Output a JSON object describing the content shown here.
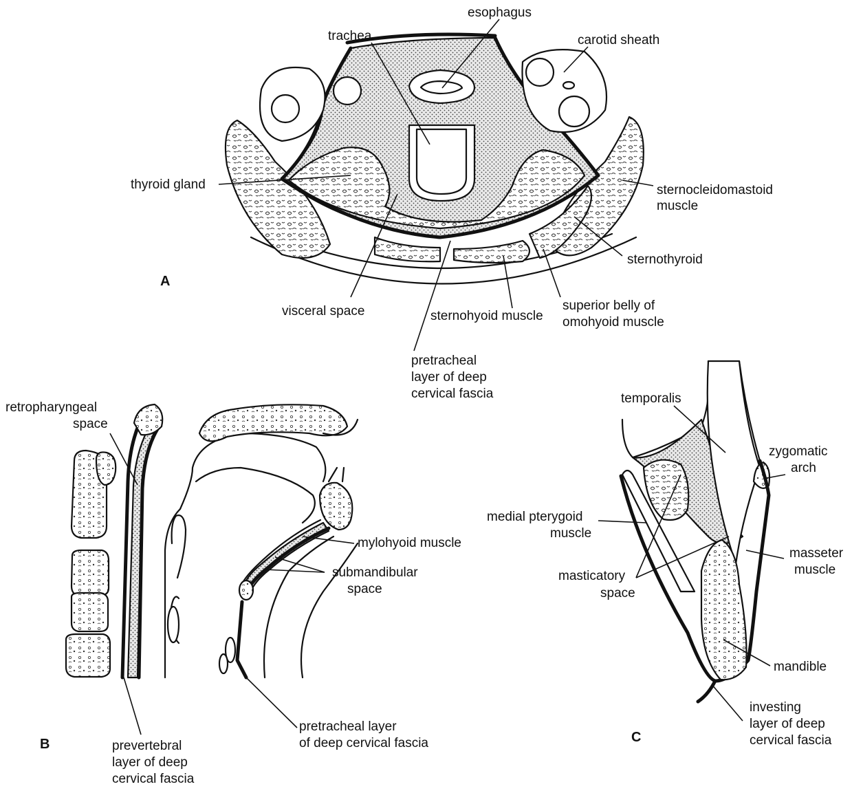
{
  "panels": {
    "A": {
      "letter": "A",
      "labels": {
        "esophagus": "esophagus",
        "trachea": "trachea",
        "carotid_sheath": "carotid sheath",
        "thyroid_gland": "thyroid gland",
        "sternocleidomastoid_1": "sternocleidomastoid",
        "sternocleidomastoid_2": "muscle",
        "sternothyroid": "sternothyroid",
        "visceral_space": "visceral space",
        "sternohyoid_muscle": "sternohyoid muscle",
        "omohyoid_1": "superior belly of",
        "omohyoid_2": "omohyoid muscle",
        "pretracheal_1": "pretracheal",
        "pretracheal_2": "layer of deep",
        "pretracheal_3": "cervical fascia"
      }
    },
    "B": {
      "letter": "B",
      "labels": {
        "retropharyngeal_1": "retropharyngeal",
        "retropharyngeal_2": "space",
        "mylohyoid_muscle": "mylohyoid muscle",
        "submandibular_1": "submandibular",
        "submandibular_2": "space",
        "pretracheal_1": "pretracheal layer",
        "pretracheal_2": "of deep cervical fascia",
        "prevertebral_1": "prevertebral",
        "prevertebral_2": "layer of deep",
        "prevertebral_3": "cervical fascia"
      }
    },
    "C": {
      "letter": "C",
      "labels": {
        "temporalis": "temporalis",
        "zygomatic_1": "zygomatic",
        "zygomatic_2": "arch",
        "medial_pterygoid_1": "medial pterygoid",
        "medial_pterygoid_2": "muscle",
        "masseter_1": "masseter",
        "masseter_2": "muscle",
        "masticatory_1": "masticatory",
        "masticatory_2": "space",
        "mandible": "mandible",
        "investing_1": "investing",
        "investing_2": "layer of deep",
        "investing_3": "cervical fascia"
      }
    }
  }
}
